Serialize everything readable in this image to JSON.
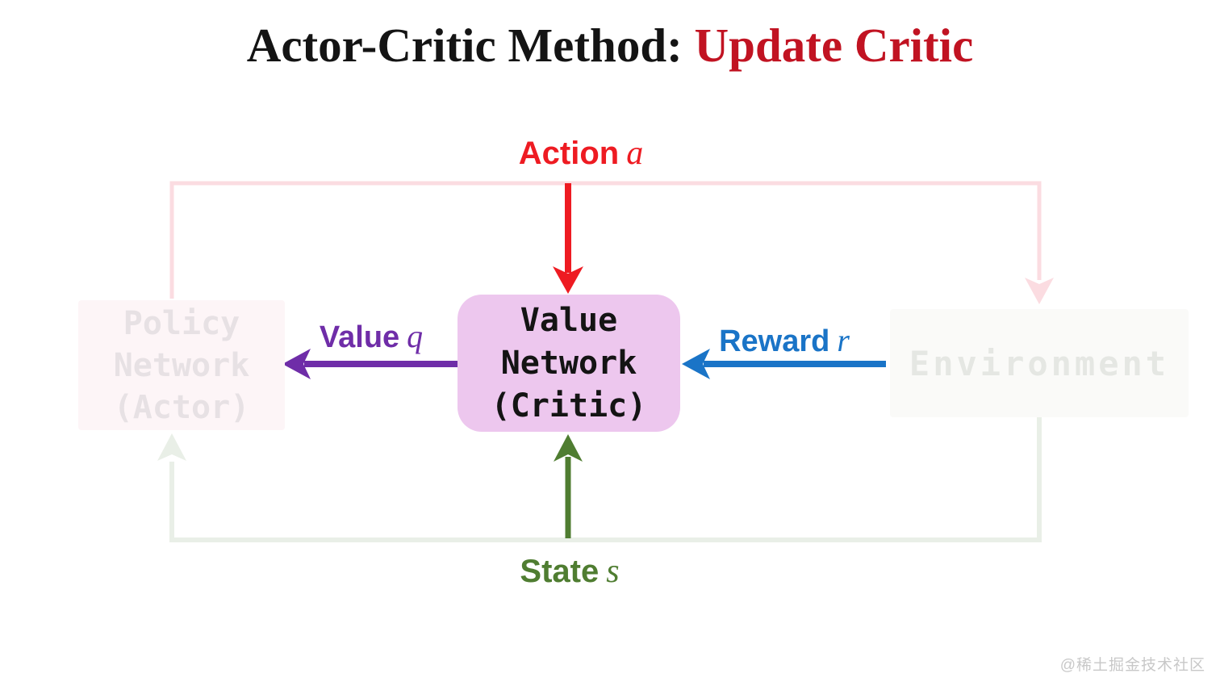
{
  "title": {
    "prefix": "Actor-Critic Method: ",
    "highlight": "Update Critic"
  },
  "nodes": {
    "policy": {
      "line1": "Policy",
      "line2": "Network",
      "line3": "(Actor)",
      "state": "faded"
    },
    "value": {
      "line1": "Value",
      "line2": "Network",
      "line3": "(Critic)",
      "state": "highlighted"
    },
    "environment": {
      "line1": "Environment",
      "state": "faded"
    }
  },
  "edges": {
    "action": {
      "label": "Action",
      "symbol": "a"
    },
    "value": {
      "label": "Value",
      "symbol": "q"
    },
    "reward": {
      "label": "Reward",
      "symbol": "r"
    },
    "state": {
      "label": "State",
      "symbol": "s"
    }
  },
  "watermark": "@稀土掘金技术社区",
  "colors": {
    "text_black": "#141414",
    "title_red": "#c11322",
    "red": "#ee1b22",
    "purple": "#6f2da8",
    "blue": "#1a74c7",
    "green": "#4f7d31",
    "value_box_fill": "#edc7ee",
    "faded_pink": "#fbdce1",
    "faded_green": "#e9efe7",
    "policy_box_fill": "#fdf5f7",
    "policy_text": "#e7e1e4",
    "env_box_fill": "#fafaf8",
    "env_text": "#e5e7e3",
    "watermark_gray": "#c8c8c8"
  }
}
